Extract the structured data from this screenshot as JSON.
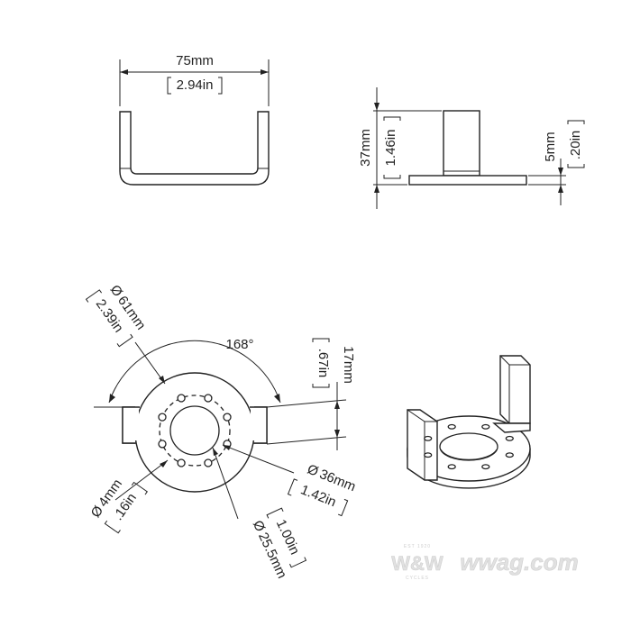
{
  "drawing": {
    "width_mm": "75mm",
    "width_in": "2.94in",
    "height_mm": "37mm",
    "height_in": "1.46in",
    "thickness_mm": "5mm",
    "thickness_in": ".20in",
    "outer_dia_mm": "61mm",
    "outer_dia_in": "2.39in",
    "angle": "168°",
    "tab_height_mm": "17mm",
    "tab_height_in": ".67in",
    "hole_dia_mm": "4mm",
    "hole_dia_in": ".16in",
    "bolt_circle_mm": "36mm",
    "bolt_circle_in": "1.42in",
    "center_hole_mm": "25.5mm",
    "center_hole_in": "1.00in",
    "diameter_symbol": "Ø"
  },
  "watermark": {
    "est": "EST 1920",
    "logo": "W&W",
    "site": "wwag.com",
    "tag": "CYCLES"
  },
  "colors": {
    "line": "#222222",
    "watermark": "#e1e1e1"
  }
}
